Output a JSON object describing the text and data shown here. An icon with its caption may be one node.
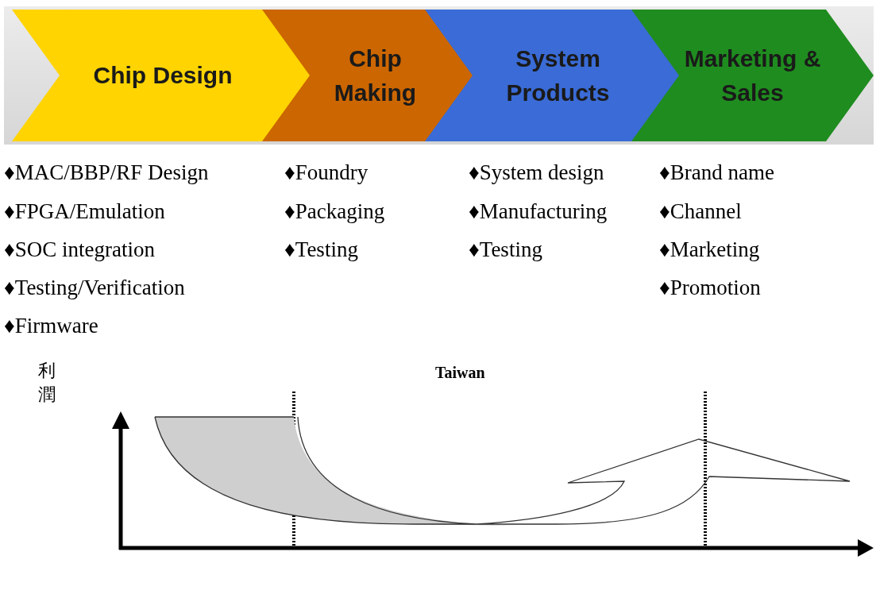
{
  "diagram": {
    "nodes": [
      {
        "text": [
          "Chip Design"
        ]
      },
      {
        "text": [
          "Chip Making"
        ]
      },
      {
        "text": [
          "System Products"
        ]
      },
      {
        "text": [
          "Marketing & Sales"
        ]
      }
    ],
    "labels": [
      "♦MAC/BBP/RF Design",
      "♦Foundry",
      "♦System design",
      "♦Brand name",
      "♦FPGA/Emulation",
      "♦Packaging",
      "♦Manufacturing",
      "♦Channel",
      "♦SOC integration",
      "♦Testing",
      "♦Testing",
      "♦Marketing",
      "♦Testing/Verification",
      "♦Promotion",
      "♦Firmware",
      "利潤",
      "Taiwan"
    ]
  }
}
